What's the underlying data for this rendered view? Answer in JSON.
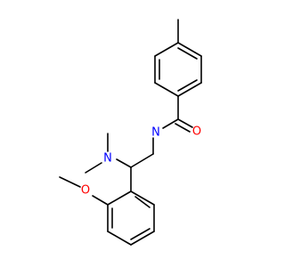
{
  "molecule": {
    "atoms": {
      "carbonyl_oxygen": {
        "symbol": "O",
        "color": "#ff0000"
      },
      "amide_nitrogen": {
        "symbol": "N",
        "color": "#0000ff"
      },
      "amine_nitrogen": {
        "symbol": "N",
        "color": "#0000ff"
      },
      "ether_oxygen": {
        "symbol": "O",
        "color": "#ff0000"
      }
    },
    "colors": {
      "bond": "#000000",
      "background": "#ffffff"
    }
  }
}
